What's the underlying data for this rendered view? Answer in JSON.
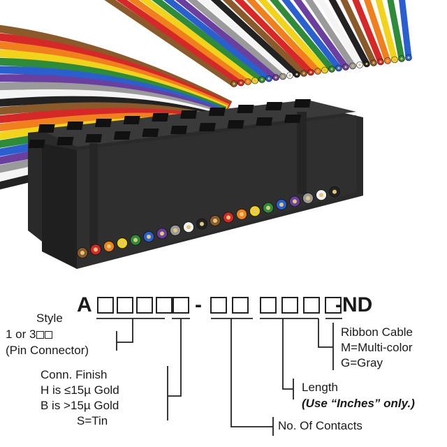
{
  "part_number": {
    "prefix": "A",
    "suffix": "-ND",
    "dash": "-"
  },
  "labels": {
    "style_title": "Style",
    "style_option": "1 or 3",
    "style_note": "(Pin Connector)",
    "finish_title": "Conn. Finish",
    "finish_h": "H is ≤15µ  Gold",
    "finish_b": "B is >15µ  Gold",
    "finish_s": "S=Tin",
    "contacts": "No. Of Contacts",
    "length_title": "Length",
    "length_note": "(Use “Inches” only.)",
    "cable_title": "Ribbon Cable",
    "cable_m": "M=Multi-color",
    "cable_g": "G=Gray"
  },
  "colors": {
    "wires": [
      "#8b5a2b",
      "#d62828",
      "#f07f1d",
      "#f2d21b",
      "#2e8b3a",
      "#2a5fd0",
      "#6a3fa0",
      "#9a9a9a",
      "#f4f4f4",
      "#222222"
    ],
    "connector": "#2b2b2b"
  }
}
